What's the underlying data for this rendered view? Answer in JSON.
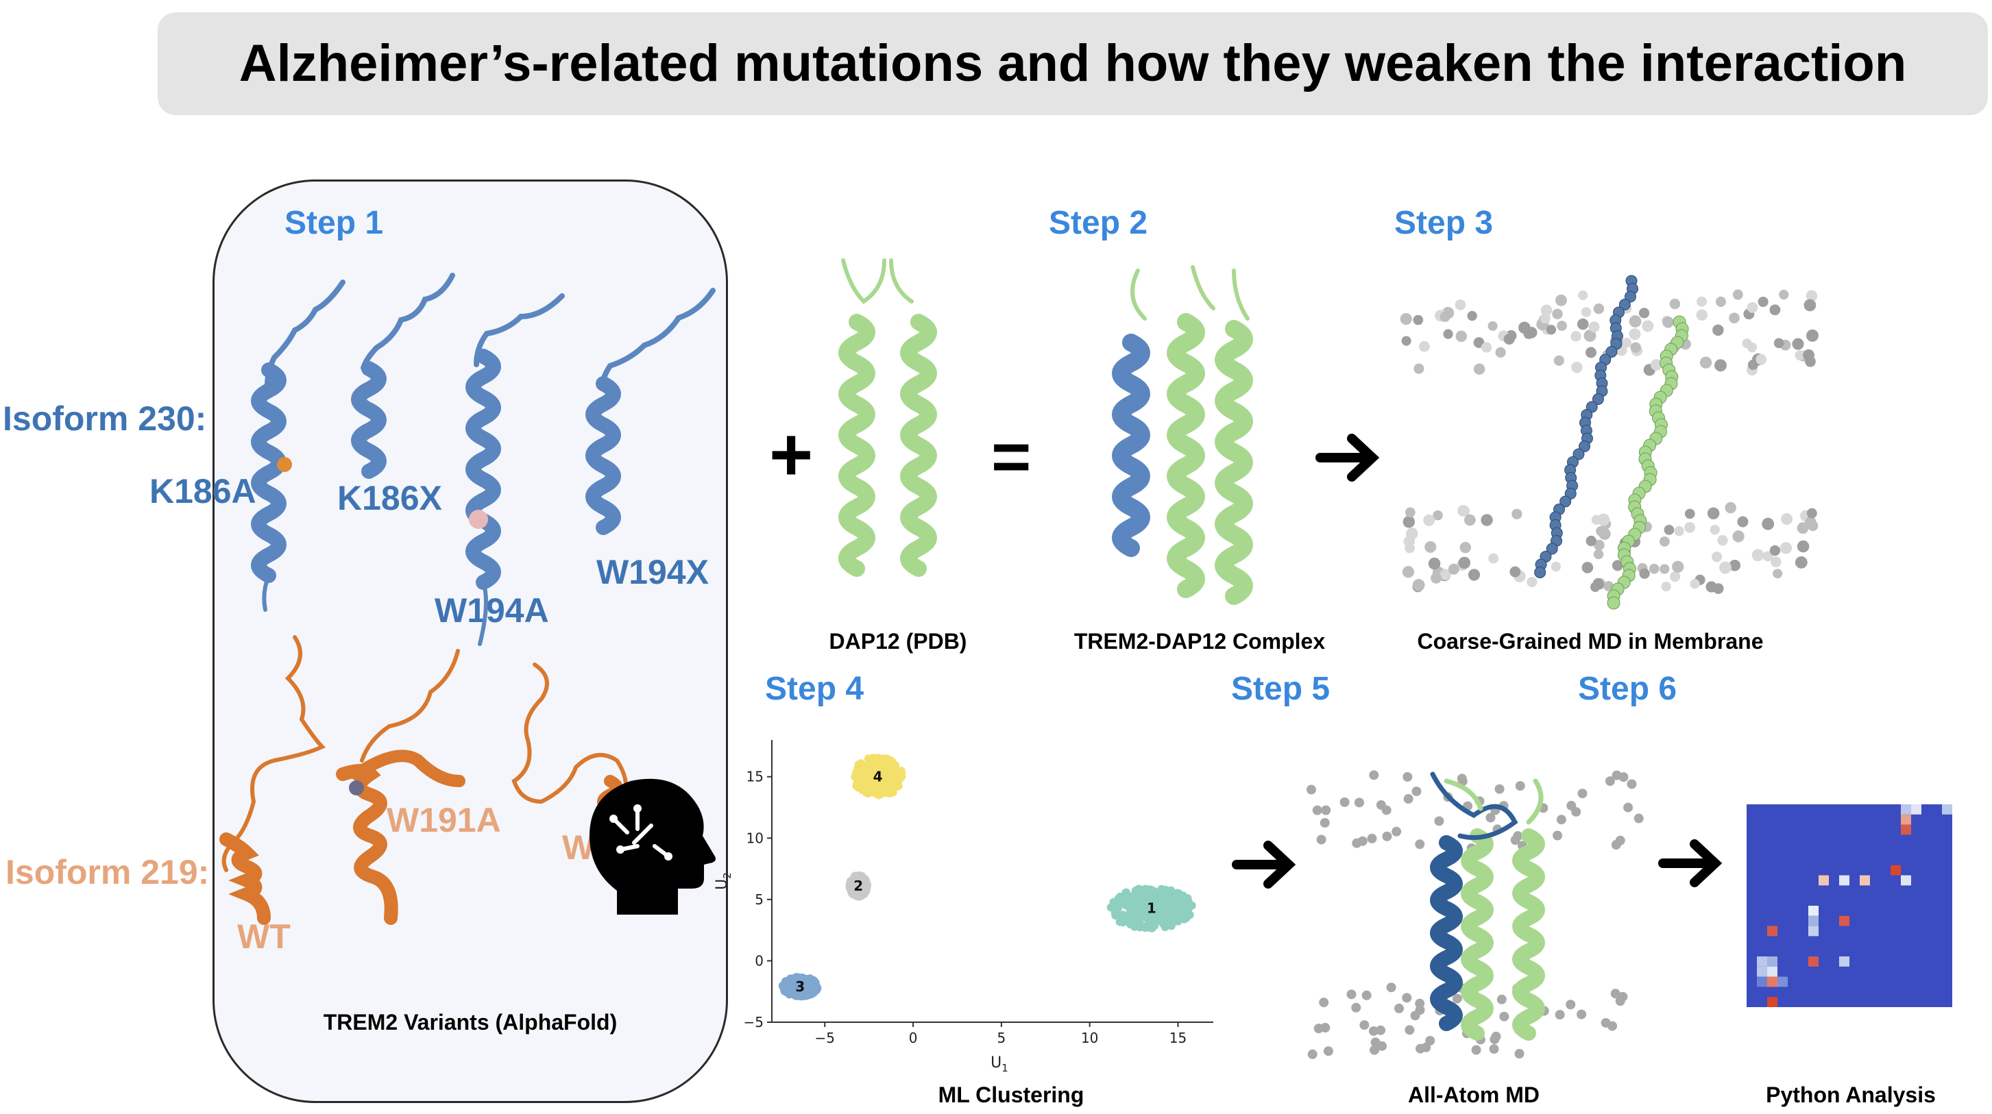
{
  "title": "Alzheimer’s-related mutations and how they weaken the interaction",
  "steps": {
    "s1": "Step 1",
    "s2": "Step 2",
    "s3": "Step 3",
    "s4": "Step 4",
    "s5": "Step 5",
    "s6": "Step 6"
  },
  "isoforms": {
    "i230": "Isoform 230:",
    "i219": "Isoform 219:"
  },
  "variants": {
    "k186a": "K186A",
    "k186x": "K186X",
    "w194a": "W194A",
    "w194x": "W194X",
    "wt": "WT",
    "w191a": "W191A",
    "w191x": "W191X"
  },
  "captions": {
    "trem2_variants": "TREM2 Variants (AlphaFold)",
    "dap12": "DAP12 (PDB)",
    "complex": "TREM2-DAP12 Complex",
    "cgmd": "Coarse-Grained MD in Membrane",
    "ml": "ML Clustering",
    "aamd": "All-Atom MD",
    "python": "Python Analysis"
  },
  "symbols": {
    "plus": "+",
    "equals": "="
  },
  "colors": {
    "isoform230": "#3f74b3",
    "isoform219": "#e6a57c",
    "step": "#3a87dc",
    "trem2_helix": "#5b86c0",
    "dap12_helix": "#a8d88e",
    "orange_helix": "#d9782e"
  },
  "chart_data": {
    "type": "scatter",
    "xlabel": "U1",
    "ylabel": "U2",
    "xlim": [
      -8,
      17
    ],
    "ylim": [
      -5,
      18
    ],
    "xticks": [
      -5,
      0,
      5,
      10,
      15
    ],
    "yticks": [
      -5,
      0,
      5,
      10,
      15
    ],
    "clusters": [
      {
        "label": "1",
        "center": [
          13.5,
          4.3
        ],
        "spread": [
          2.4,
          1.7
        ],
        "color": "#8fcfc0"
      },
      {
        "label": "2",
        "center": [
          -3.1,
          6.1
        ],
        "spread": [
          0.5,
          0.9
        ],
        "color": "#c9c9c9"
      },
      {
        "label": "3",
        "center": [
          -6.4,
          -2.1
        ],
        "spread": [
          1.0,
          0.8
        ],
        "color": "#7fa7cf"
      },
      {
        "label": "4",
        "center": [
          -2.0,
          15.0
        ],
        "spread": [
          1.4,
          1.6
        ],
        "color": "#f3e06a"
      }
    ]
  }
}
